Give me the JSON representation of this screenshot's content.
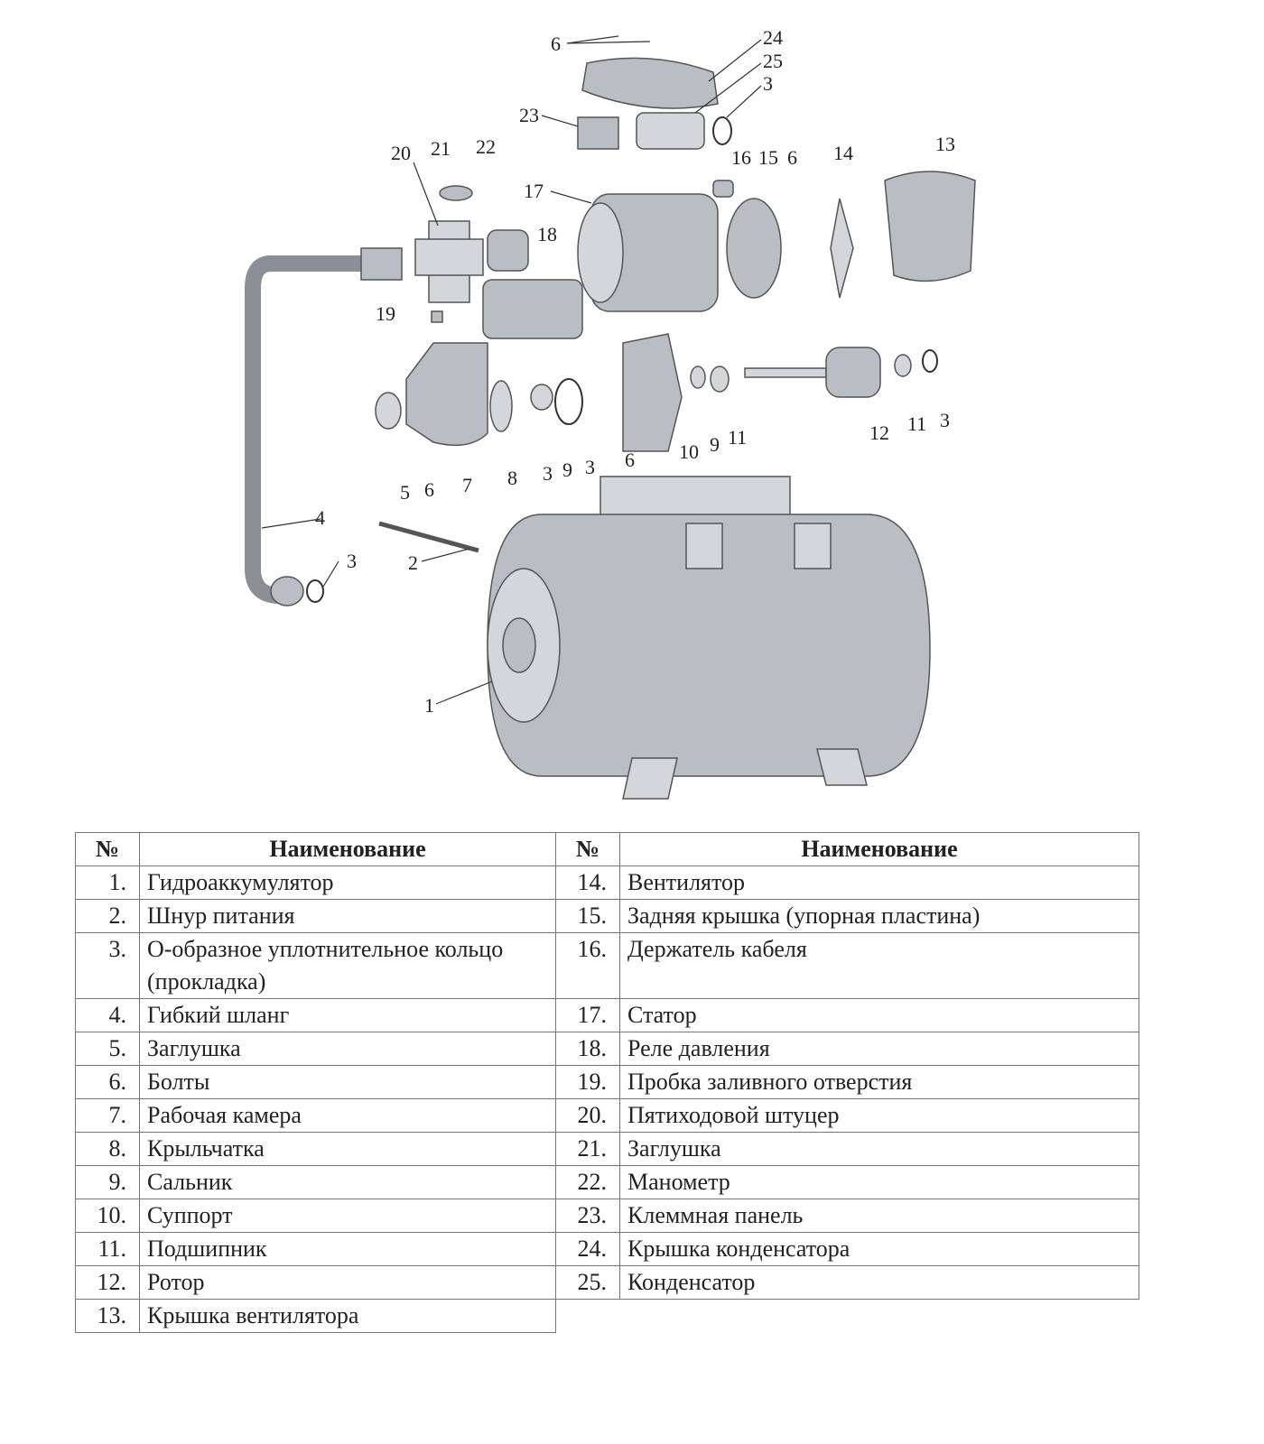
{
  "diagram": {
    "callouts": [
      "6",
      "24",
      "25",
      "3",
      "23",
      "20",
      "21",
      "22",
      "17",
      "16",
      "15",
      "6",
      "14",
      "13",
      "18",
      "19",
      "5",
      "6",
      "7",
      "8",
      "3",
      "9",
      "3",
      "6",
      "10",
      "9",
      "11",
      "12",
      "11",
      "3",
      "4",
      "3",
      "2",
      "1"
    ]
  },
  "table": {
    "headers": {
      "number": "№",
      "name": "Наименование"
    },
    "left": [
      {
        "n": "1.",
        "name": "Гидроаккумулятор"
      },
      {
        "n": "2.",
        "name": "Шнур питания"
      },
      {
        "n": "3.",
        "name": "О-образное уплотнительное кольцо (прокладка)"
      },
      {
        "n": "4.",
        "name": "Гибкий шланг"
      },
      {
        "n": "5.",
        "name": "Заглушка"
      },
      {
        "n": "6.",
        "name": "Болты"
      },
      {
        "n": "7.",
        "name": "Рабочая камера"
      },
      {
        "n": "8.",
        "name": "Крыльчатка"
      },
      {
        "n": "9.",
        "name": "Сальник"
      },
      {
        "n": "10.",
        "name": "Суппорт"
      },
      {
        "n": "11.",
        "name": "Подшипник"
      },
      {
        "n": "12.",
        "name": "Ротор"
      },
      {
        "n": "13.",
        "name": "Крышка вентилятора"
      }
    ],
    "right": [
      {
        "n": "14.",
        "name": "Вентилятор"
      },
      {
        "n": "15.",
        "name": "Задняя крышка (упорная пластина)"
      },
      {
        "n": "16.",
        "name": "Держатель кабеля"
      },
      {
        "n": "17.",
        "name": "Статор"
      },
      {
        "n": "18.",
        "name": "Реле давления"
      },
      {
        "n": "19.",
        "name": "Пробка заливного отверстия"
      },
      {
        "n": "20.",
        "name": "Пятиходовой штуцер"
      },
      {
        "n": "21.",
        "name": "Заглушка"
      },
      {
        "n": "22.",
        "name": "Манометр"
      },
      {
        "n": "23.",
        "name": "Клеммная панель"
      },
      {
        "n": "24.",
        "name": "Крышка конденсатора"
      },
      {
        "n": "25.",
        "name": "Конденсатор"
      }
    ]
  }
}
